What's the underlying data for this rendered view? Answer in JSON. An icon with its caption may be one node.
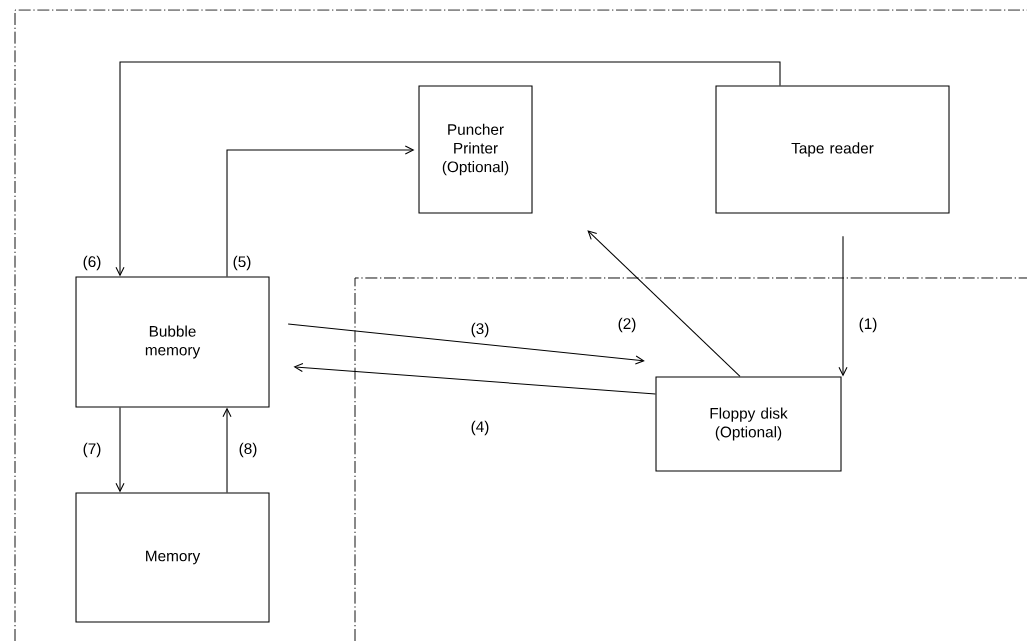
{
  "diagram": {
    "nodes": [
      {
        "text": [
          "Puncher Printer (Optional)"
        ]
      },
      {
        "text": [
          "Tape reader"
        ]
      },
      {
        "text": [
          "Bubble memory"
        ]
      },
      {
        "text": [
          "Floppy disk (Optional)"
        ]
      },
      {
        "text": [
          "Memory"
        ]
      }
    ],
    "edges": [
      {
        "from": 1,
        "to": 3,
        "arrow": "to",
        "label": "(1)"
      },
      {
        "from": 3,
        "to": 0,
        "arrow": "to",
        "label": "(2)"
      },
      {
        "from": 2,
        "to": 3,
        "arrow": "to",
        "label": "(3)"
      },
      {
        "from": 3,
        "to": 2,
        "arrow": "to",
        "label": "(4)"
      },
      {
        "from": 2,
        "to": 0,
        "arrow": "to",
        "label": "(5)"
      },
      {
        "from": 1,
        "to": 2,
        "arrow": "to",
        "label": "(6)"
      },
      {
        "from": 2,
        "to": 4,
        "arrow": "to",
        "label": "(7)"
      },
      {
        "from": 4,
        "to": 2,
        "arrow": "to",
        "label": "(8)"
      }
    ]
  }
}
